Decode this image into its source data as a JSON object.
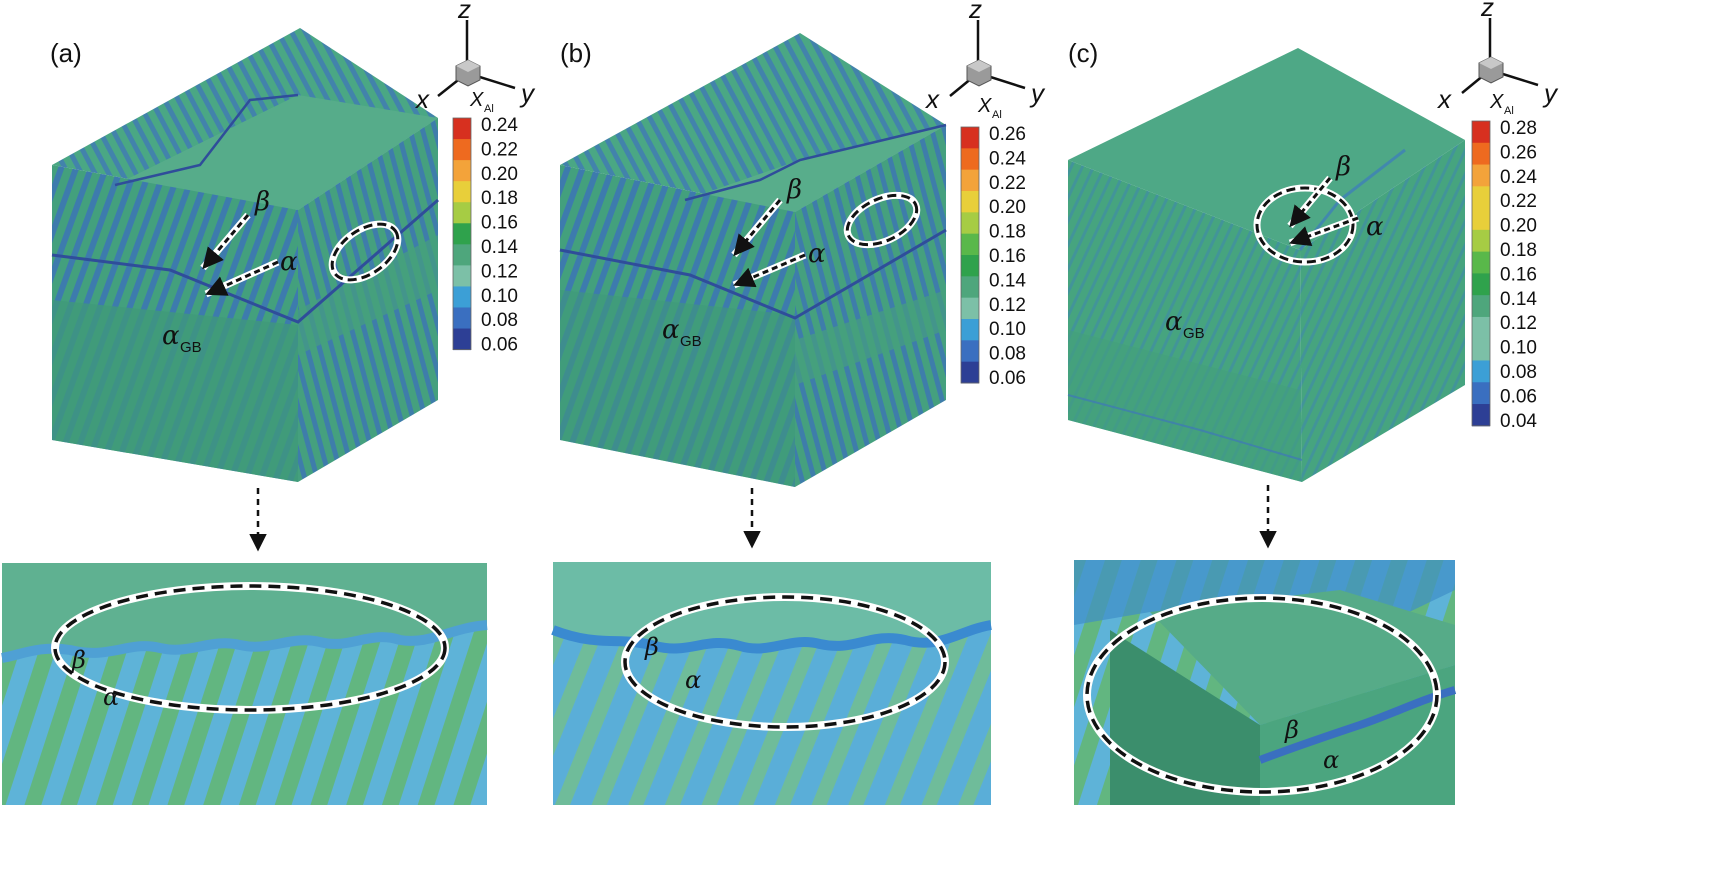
{
  "panels": [
    {
      "label": "(a)",
      "axes": {
        "z": "z",
        "x": "x",
        "y": "y"
      },
      "colorbar": {
        "title_main": "X",
        "title_sub": "Al",
        "ticks": [
          "0.24",
          "0.22",
          "0.20",
          "0.18",
          "0.16",
          "0.14",
          "0.12",
          "0.10",
          "0.08",
          "0.06"
        ]
      },
      "annotations": {
        "beta": "β",
        "alpha": "α",
        "alpha_gb": "α",
        "alpha_gb_sub": "GB"
      },
      "zoom": {
        "beta": "β",
        "alpha": "α"
      }
    },
    {
      "label": "(b)",
      "axes": {
        "z": "z",
        "x": "x",
        "y": "y"
      },
      "colorbar": {
        "title_main": "X",
        "title_sub": "Al",
        "ticks": [
          "0.26",
          "0.24",
          "0.22",
          "0.20",
          "0.18",
          "0.16",
          "0.14",
          "0.12",
          "0.10",
          "0.08",
          "0.06"
        ]
      },
      "annotations": {
        "beta": "β",
        "alpha": "α",
        "alpha_gb": "α",
        "alpha_gb_sub": "GB"
      },
      "zoom": {
        "beta": "β",
        "alpha": "α"
      }
    },
    {
      "label": "(c)",
      "axes": {
        "z": "z",
        "x": "x",
        "y": "y"
      },
      "colorbar": {
        "title_main": "X",
        "title_sub": "Al",
        "ticks": [
          "0.28",
          "0.26",
          "0.24",
          "0.22",
          "0.20",
          "0.18",
          "0.16",
          "0.14",
          "0.12",
          "0.10",
          "0.08",
          "0.06",
          "0.04"
        ]
      },
      "annotations": {
        "beta": "β",
        "alpha": "α",
        "alpha_gb": "α",
        "alpha_gb_sub": "GB"
      },
      "zoom": {
        "beta": "β",
        "alpha": "α"
      }
    }
  ],
  "colors": {
    "matrix_green": "#4aa784",
    "top_face": "#56ac8a",
    "left_face": "#3f9a79",
    "right_face": "#45a07e",
    "lath_blue": "#3f77b8",
    "lath_dark": "#2f4d9a",
    "colorbar": [
      "#d7301f",
      "#ee6a1f",
      "#f3a33a",
      "#e8cf3a",
      "#a6cc44",
      "#59b84a",
      "#2fa24c",
      "#4ea67c",
      "#7cc0a7",
      "#3c9fd6",
      "#3a6fc0",
      "#2d3f95"
    ]
  }
}
